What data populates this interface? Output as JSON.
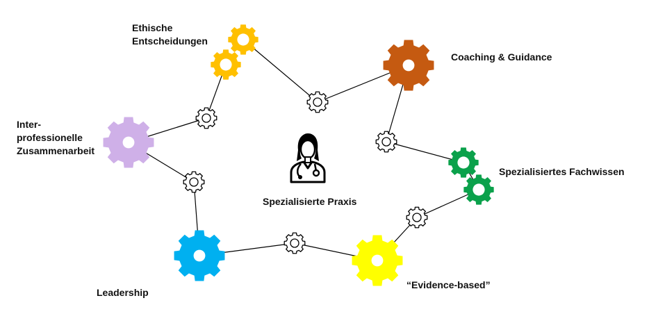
{
  "center": {
    "label": "Spezialisierte Praxis",
    "icon": "doctor-icon"
  },
  "nodes": {
    "ethics": {
      "label": "Ethische\nEntscheidungen",
      "color": "#FFC000",
      "icon": "double-gear-icon"
    },
    "coaching": {
      "label": "Coaching & Guidance",
      "color": "#C55A11",
      "icon": "gear-icon"
    },
    "interprofessional": {
      "label": "Inter-\nprofessionelle\nZusammenarbeit",
      "color": "#CFB0E8",
      "icon": "gear-icon"
    },
    "specialized_knowledge": {
      "label": "Spezialisiertes Fachwissen",
      "color": "#0BA14B",
      "icon": "double-gear-icon"
    },
    "leadership": {
      "label": "Leadership",
      "color": "#00B0F0",
      "icon": "gear-icon"
    },
    "evidence": {
      "label": "“Evidence-based”",
      "color": "#FFFF00",
      "icon": "gear-icon"
    }
  },
  "connector_icon": "small-outline-gear-icon",
  "line_color": "#000000"
}
